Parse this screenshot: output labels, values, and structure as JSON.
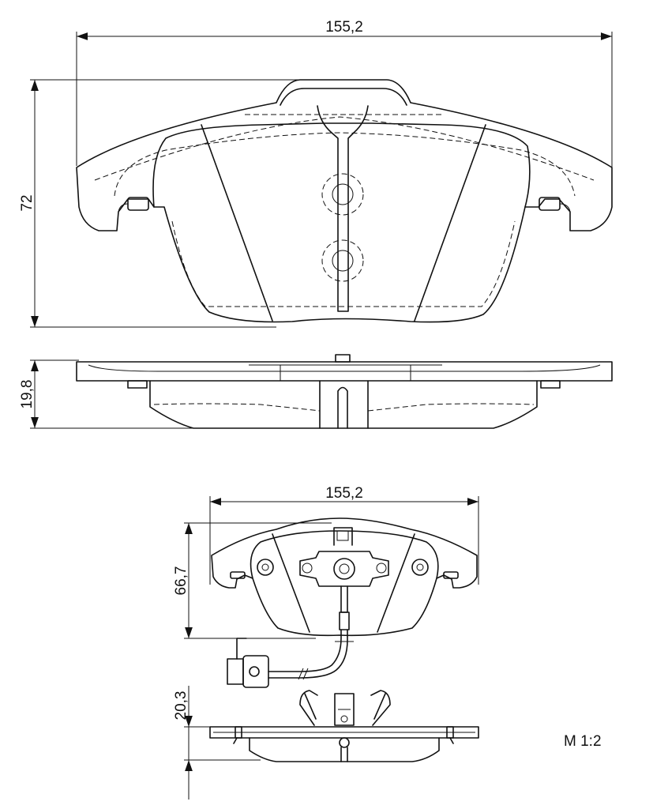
{
  "drawing": {
    "dim_top_width": "155,2",
    "dim_top_height": "72",
    "dim_side_thickness": "19,8",
    "dim_bottom_width": "155,2",
    "dim_bottom_height": "66,7",
    "dim_bottom_thickness": "20,3",
    "scale": "M 1:2"
  }
}
